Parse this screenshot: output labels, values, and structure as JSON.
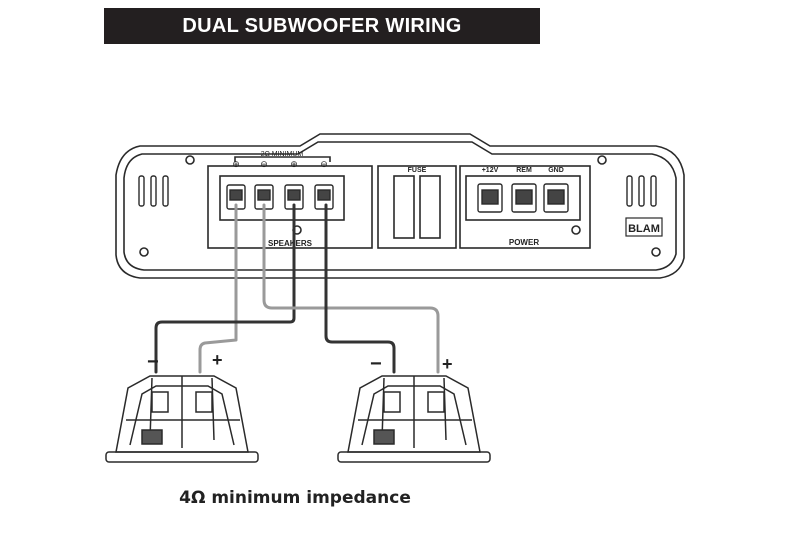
{
  "title": "DUAL SUBWOOFER WIRING CONFIGURATION",
  "amplifier": {
    "speaker_min_label": "2Ω MINIMUM",
    "speakers_label": "SPEAKERS",
    "terminal_marks": [
      "⊕",
      "⊖",
      "⊕",
      "⊖"
    ],
    "fuse_label": "FUSE",
    "power_labels": [
      "+12V",
      "REM",
      "GND"
    ],
    "power_label": "POWER",
    "brand": "BLAM"
  },
  "subwoofers": [
    {
      "minus_label": "−",
      "plus_label": "+"
    },
    {
      "minus_label": "−",
      "plus_label": "+"
    }
  ],
  "caption": "4Ω minimum impedance",
  "colors": {
    "title_bg": "#231f20",
    "wire_dark": "#333333",
    "wire_light": "#9a9a9a",
    "line": "#2a2a2a"
  }
}
